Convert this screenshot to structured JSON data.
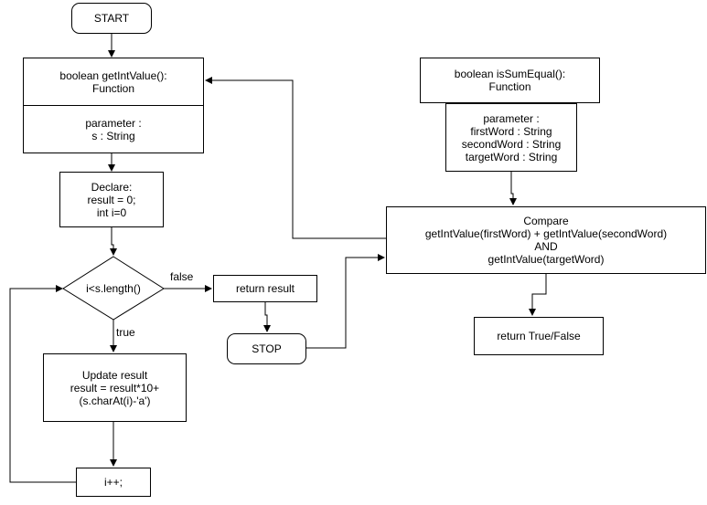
{
  "nodes": {
    "start": "START",
    "get_int_value_header": [
      "boolean getIntValue():",
      "Function"
    ],
    "get_int_value_params": [
      "parameter :",
      "s : String"
    ],
    "declare": [
      "Declare:",
      "result = 0;",
      "int i=0"
    ],
    "condition": "i<s.length()",
    "update_result": [
      "Update result",
      "result = result*10+",
      "(s.charAt(i)-'a')"
    ],
    "increment": "i++;",
    "return_result": "return result",
    "stop": "STOP",
    "is_sum_equal_header": [
      "boolean isSumEqual():",
      "Function"
    ],
    "is_sum_equal_params": [
      "parameter :",
      "firstWord : String",
      "secondWord : String",
      "targetWord : String"
    ],
    "compare": [
      "Compare",
      "getIntValue(firstWord) + getIntValue(secondWord)",
      "AND",
      "getIntValue(targetWord)"
    ],
    "return_true_false": "return True/False"
  },
  "edge_labels": {
    "false": "false",
    "true": "true"
  },
  "colors": {
    "stroke": "#000000",
    "fill": "#ffffff"
  }
}
